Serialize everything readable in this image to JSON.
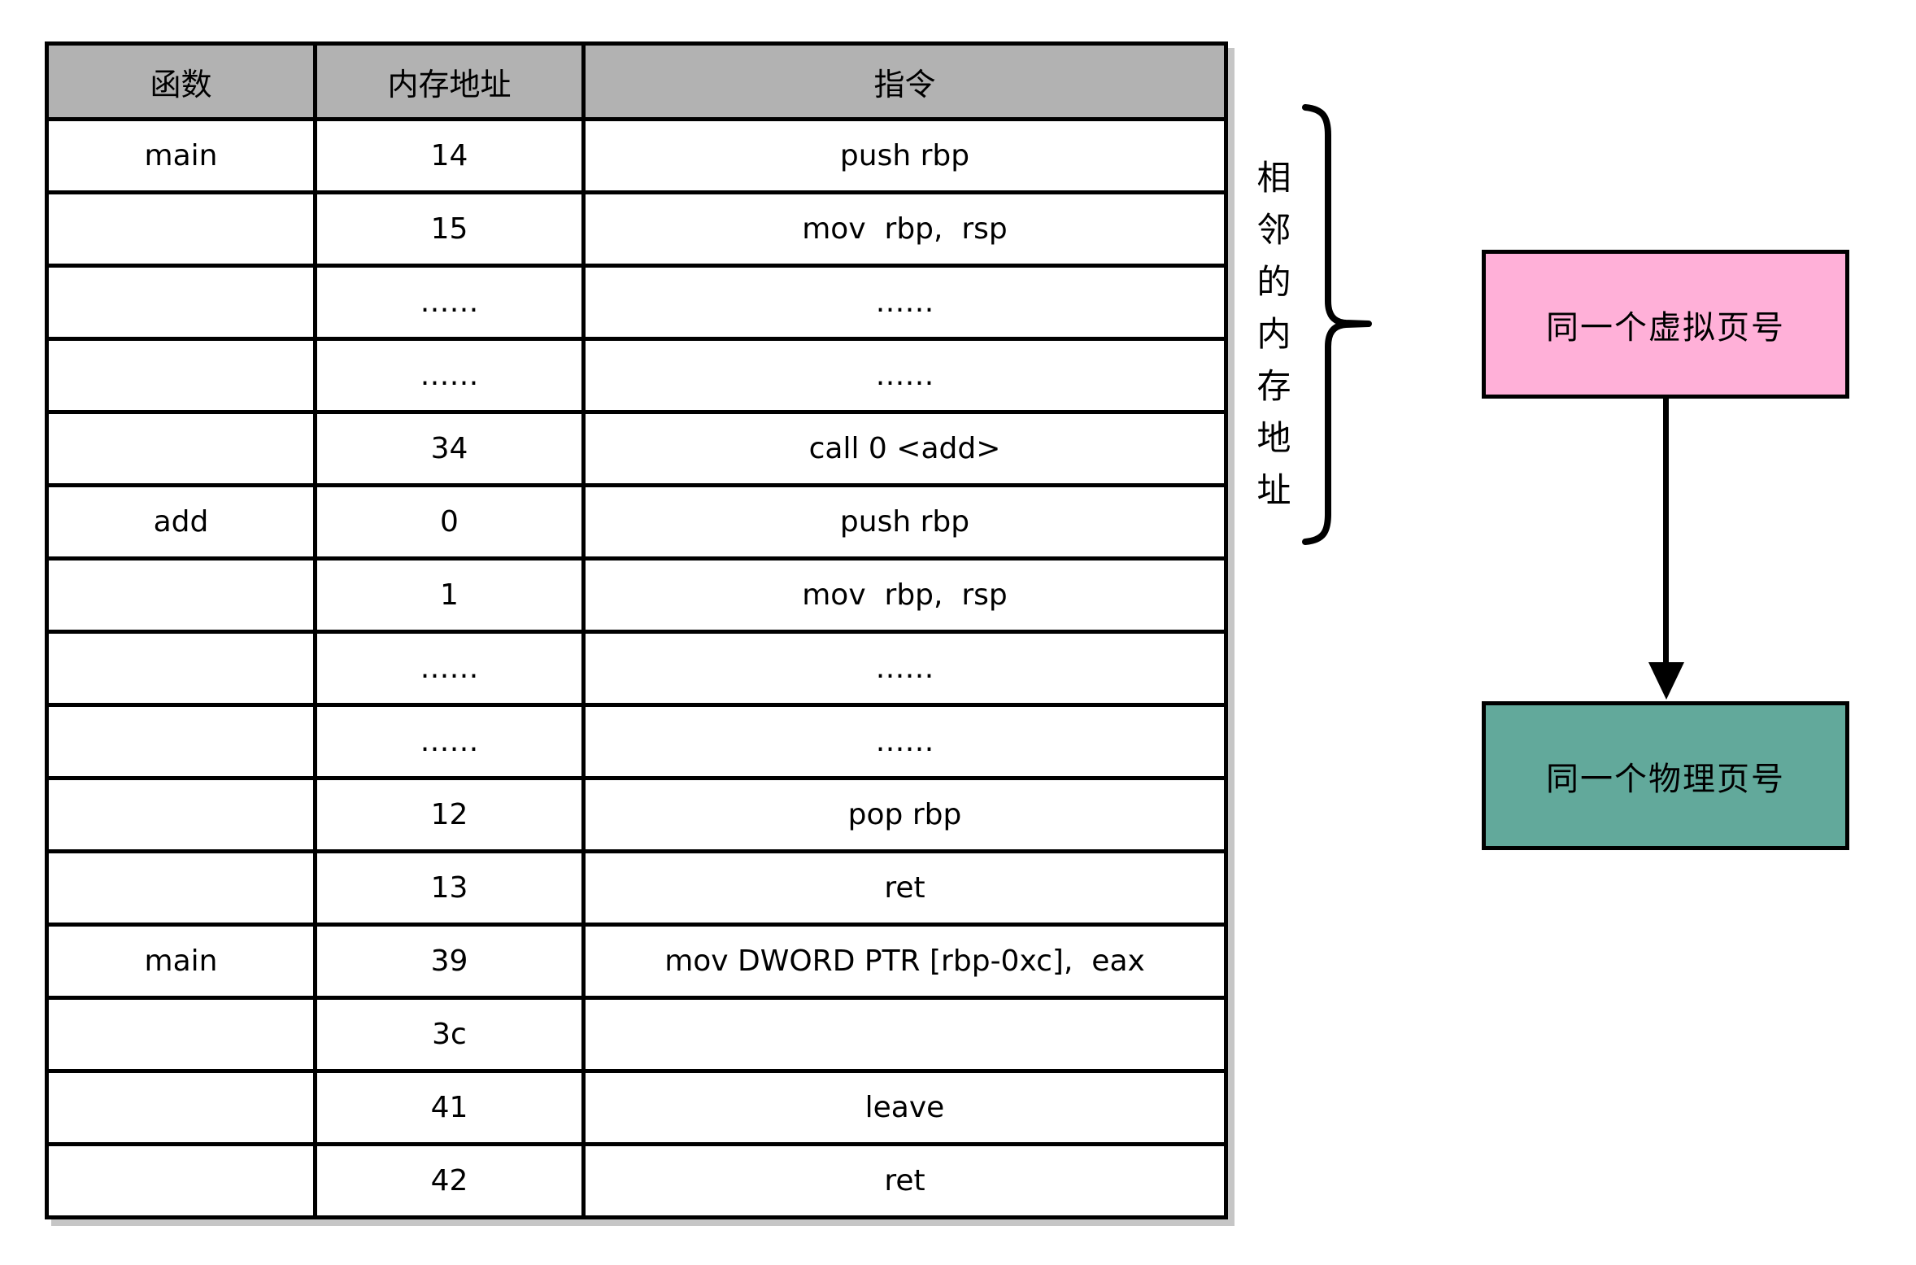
{
  "table": {
    "headers": [
      "函数",
      "内存地址",
      "指令"
    ],
    "rows": [
      [
        "main",
        "14",
        "push rbp"
      ],
      [
        "",
        "15",
        "mov  rbp,  rsp"
      ],
      [
        "",
        "……",
        "……"
      ],
      [
        "",
        "……",
        "……"
      ],
      [
        "",
        "34",
        "call 0 <add>"
      ],
      [
        "add",
        "0",
        "push rbp"
      ],
      [
        "",
        "1",
        "mov  rbp,  rsp"
      ],
      [
        "",
        "……",
        "……"
      ],
      [
        "",
        "……",
        "……"
      ],
      [
        "",
        "12",
        "pop rbp"
      ],
      [
        "",
        "13",
        "ret"
      ],
      [
        "main",
        "39",
        "mov DWORD PTR [rbp-0xc],  eax"
      ],
      [
        "",
        "3c",
        ""
      ],
      [
        "",
        "41",
        "leave"
      ],
      [
        "",
        "42",
        "ret"
      ]
    ]
  },
  "annotation": {
    "brace_label": "相邻的内存地址"
  },
  "virtual_page_box": {
    "label": "同一个虚拟页号",
    "color": "#FFB0D8"
  },
  "physical_page_box": {
    "label": "同一个物理页号",
    "color": "#62A99B"
  },
  "colors": {
    "header_bg": "#B2B2B2",
    "border": "#000000",
    "shadow": "#C6C6C6"
  }
}
